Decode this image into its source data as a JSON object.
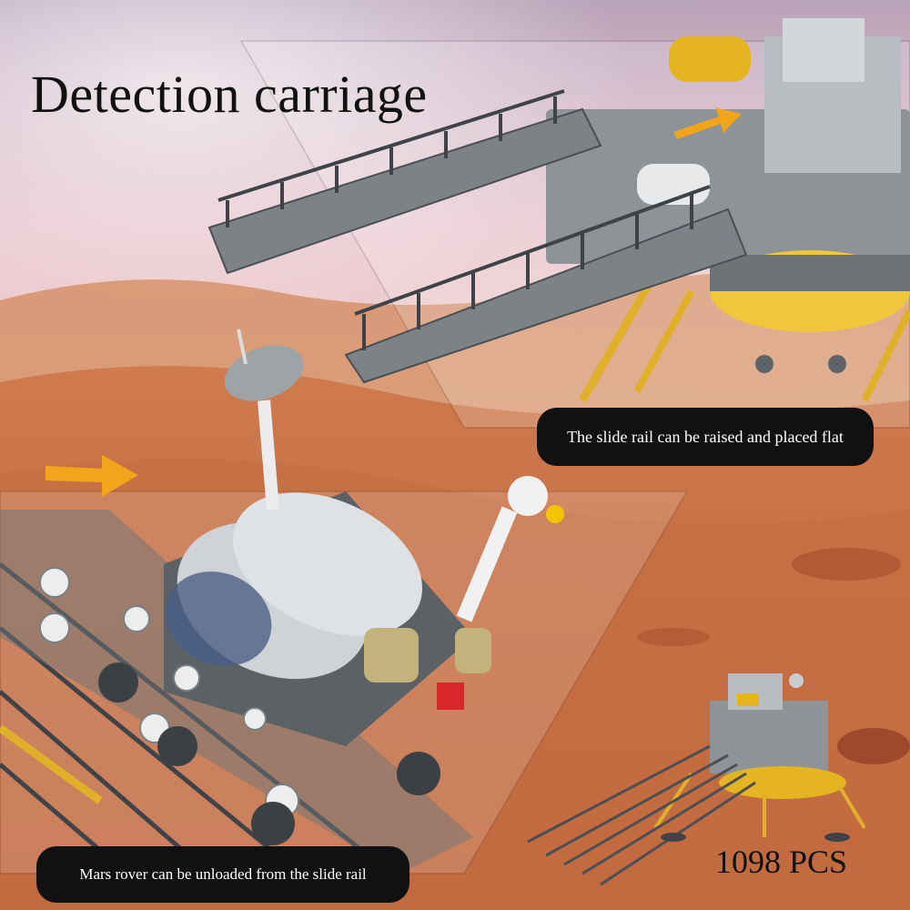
{
  "title": "Detection carriage",
  "captions": {
    "rail": "The slide rail can be raised and placed flat",
    "rover": "Mars rover can be unloaded from the slide rail"
  },
  "piece_count": "1098 PCS",
  "colors": {
    "sky_top": "#c9a8b8",
    "sky_mid": "#f3d8d6",
    "dunes": "#c9794a",
    "ground": "#d9845a",
    "caption_bg": "#111111",
    "arrow": "#f2a51a",
    "brick_gray": "#7d8287",
    "brick_light": "#c9ccd0",
    "brick_yellow": "#e6b325"
  }
}
